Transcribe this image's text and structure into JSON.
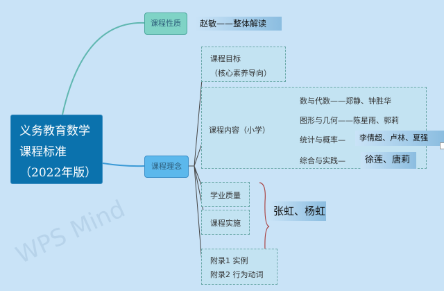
{
  "watermark": "WPS Mind",
  "root": {
    "line1": "义务教育数学",
    "line2": "课程标准",
    "line3": "（2022年版）"
  },
  "nature": {
    "label": "课程性质",
    "note": "赵敏——整体解读"
  },
  "concept": {
    "label": "课程理念",
    "goal": {
      "line1": "课程目标",
      "line2": "（核心素养导向）"
    },
    "content": {
      "label": "课程内容（小学）",
      "items": [
        {
          "topic": "数与代数——",
          "people": "郑静、钟胜华"
        },
        {
          "topic": "图形与几何——",
          "people": "陈星雨、郭莉"
        },
        {
          "topic": "统计与概率—",
          "people": "李倩超、卢林、夏强"
        },
        {
          "topic": "综合与实践—",
          "people": "徐莲、唐莉"
        }
      ]
    },
    "quality": "学业质量",
    "implementation": "课程实施",
    "quality_people": "张虹、杨虹",
    "appendix": {
      "line1": "附录1 实例",
      "line2": "附录2 行为动词"
    }
  }
}
